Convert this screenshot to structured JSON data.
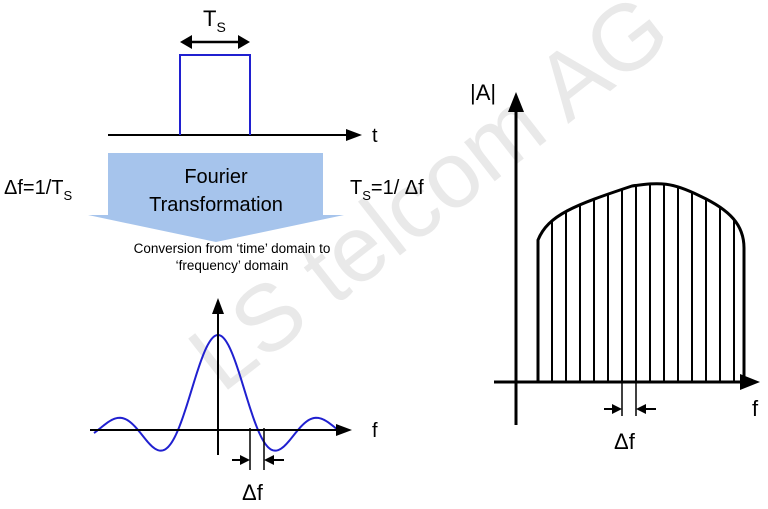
{
  "labels": {
    "pulse_width": "T",
    "pulse_width_sub": "S",
    "time_axis": "t",
    "delta_f_relation": "Δf=1/T",
    "delta_f_relation_sub": "S",
    "ts_relation_prefix": "T",
    "ts_relation_sub": "S",
    "ts_relation_suffix": "=1/ Δf",
    "transform_line1": "Fourier",
    "transform_line2": "Transformation",
    "conversion_line1": "Conversion from ‘time’ domain to",
    "conversion_line2": "‘frequency’ domain",
    "sinc_freq_axis": "f",
    "sinc_delta_f": "Δf",
    "magnitude_axis": "|A|",
    "spectrum_freq_axis": "f",
    "spectrum_delta_f": "Δf"
  },
  "watermark": "LS telcom AG",
  "colors": {
    "signal": "#2020d0",
    "arrow_fill": "#a6c4ec",
    "axis": "#000000",
    "watermark": "#e9e9e9"
  }
}
